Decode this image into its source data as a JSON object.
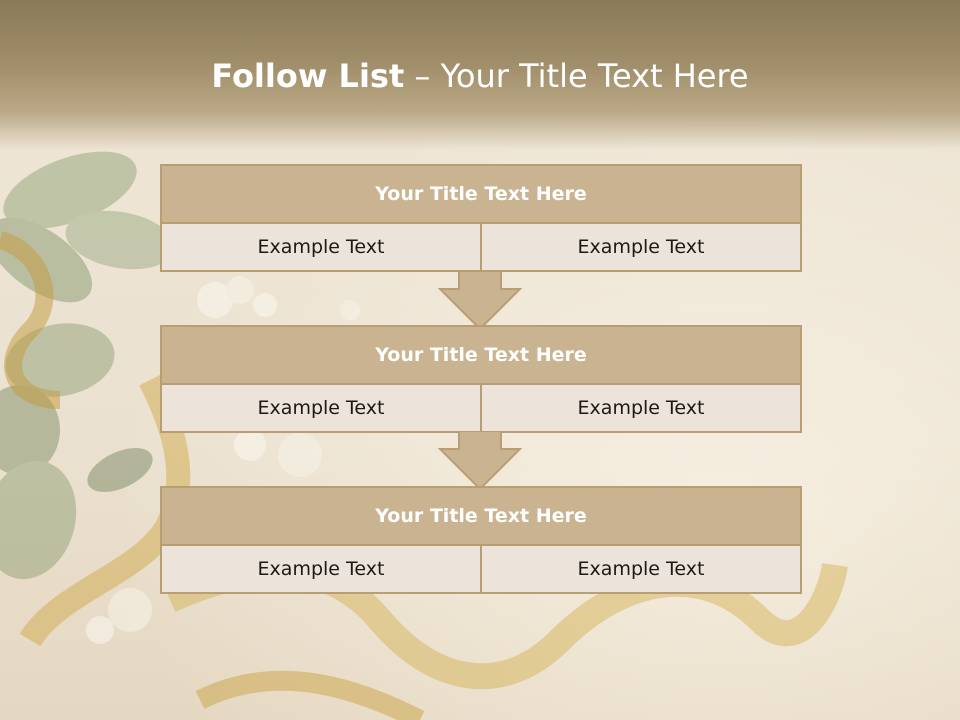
{
  "title": {
    "main": "Follow List",
    "separator": " – ",
    "sub": "Your Title Text Here"
  },
  "steps": [
    {
      "title": "Your Title Text Here",
      "cells": [
        "Example Text",
        "Example Text"
      ]
    },
    {
      "title": "Your Title Text Here",
      "cells": [
        "Example Text",
        "Example Text"
      ]
    },
    {
      "title": "Your Title Text Here",
      "cells": [
        "Example Text",
        "Example Text"
      ]
    }
  ],
  "colors": {
    "header_band": "#9a8762",
    "box_header": "#c9b391",
    "box_cell": "#ece4da",
    "box_border": "#b89e72",
    "arrow_fill": "#c9b391"
  }
}
